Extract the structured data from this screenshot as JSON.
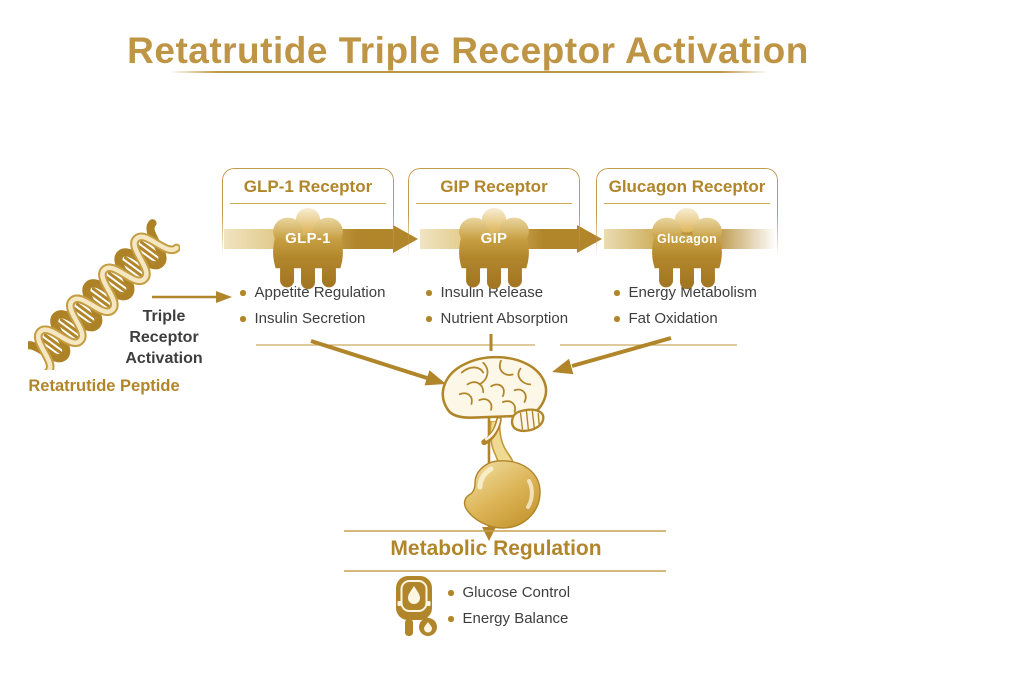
{
  "title": "Retatrutide Triple Receptor Activation",
  "peptide": {
    "label": "Retatrutide Peptide",
    "activation_label": "Triple Receptor Activation"
  },
  "receptors": [
    {
      "name": "GLP-1 Receptor",
      "ligand": "GLP-1",
      "effects": [
        "Appetite Regulation",
        "Insulin Secretion"
      ]
    },
    {
      "name": "GIP Receptor",
      "ligand": "GIP",
      "effects": [
        "Insulin Release",
        "Nutrient Absorption"
      ]
    },
    {
      "name": "Glucagon Receptor",
      "ligand": "Glucagon",
      "effects": [
        "Energy Metabolism",
        "Fat Oxidation"
      ]
    }
  ],
  "outcome": {
    "title": "Metabolic Regulation",
    "effects": [
      "Glucose Control",
      "Energy Balance"
    ]
  },
  "icons": {
    "peptide": "dna-helix-icon",
    "receptor": "receptor-icon",
    "brain": "brain-icon",
    "stomach": "stomach-icon",
    "outcome": "glucose-meter-icon"
  },
  "colors": {
    "gold": "#B1862B",
    "gold_light": "#E3C877",
    "title_gold": "#BE9544",
    "text_dark": "#3E3E3E",
    "cream": "#FBF3DD"
  }
}
